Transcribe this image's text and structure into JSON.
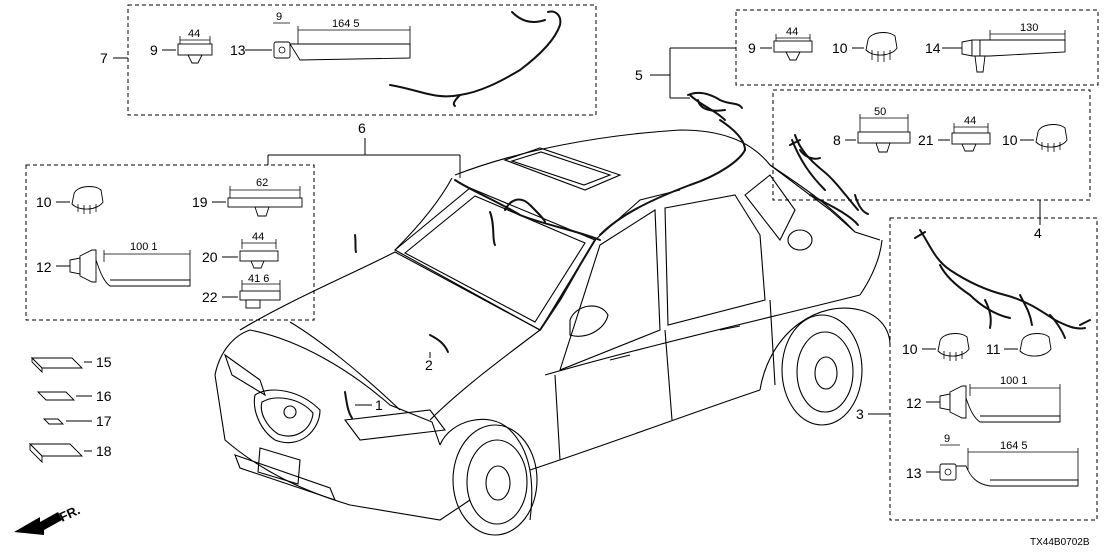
{
  "callouts": {
    "c1": "1",
    "c2": "2",
    "c3": "3",
    "c4": "4",
    "c5": "5",
    "c6": "6",
    "c7": "7",
    "c8": "8",
    "c9a": "9",
    "c9b": "9",
    "c10a": "10",
    "c10b": "10",
    "c10c": "10",
    "c10d": "10",
    "c11": "11",
    "c12a": "12",
    "c12b": "12",
    "c13a": "13",
    "c13b": "13",
    "c14": "14",
    "c15": "15",
    "c16": "16",
    "c17": "17",
    "c18": "18",
    "c19": "19",
    "c20": "20",
    "c21": "21",
    "c22": "22"
  },
  "dimensions": {
    "d44_p7": "44",
    "d9_p7": "9",
    "d1645_p7": "164 5",
    "d44_p5": "44",
    "d130_p5": "130",
    "d50_p4": "50",
    "d44_p4": "44",
    "d62_p6": "62",
    "d1001_p6": "100 1",
    "d44_p6": "44",
    "d416_p6": "41 6",
    "d1001_p3": "100 1",
    "d9_p3": "9",
    "d1645_p3": "164 5"
  },
  "front_marker": "FR.",
  "diagram_code": "TX44B0702B"
}
